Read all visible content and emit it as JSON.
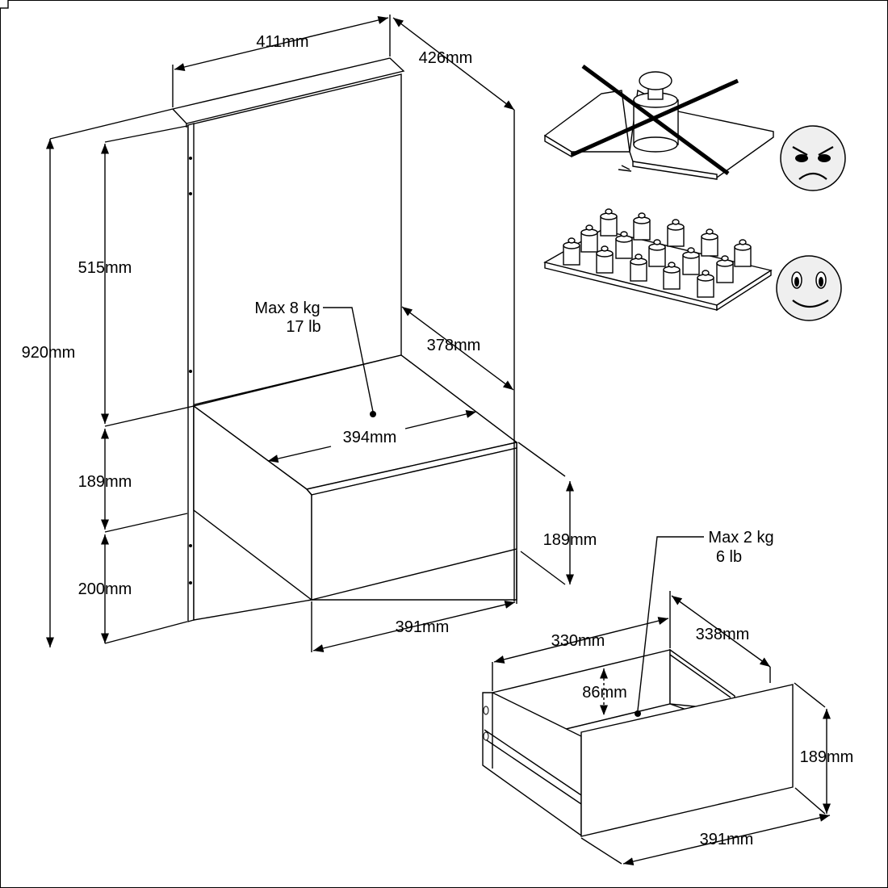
{
  "dimensions": {
    "top_width": "411mm",
    "depth_total": "426mm",
    "height_total": "920mm",
    "upper_height": "515mm",
    "mid_height": "189mm",
    "bottom_height": "200mm",
    "shelf_depth": "378mm",
    "shelf_width": "394mm",
    "front_height": "189mm",
    "front_width": "391mm"
  },
  "loads": {
    "top_line1": "Max 8 kg",
    "top_line2": "17 lb",
    "drawer_line1": "Max 2 kg",
    "drawer_line2": "6 lb"
  },
  "drawer": {
    "inner_width": "330mm",
    "depth": "338mm",
    "inner_height": "86mm",
    "front_height": "189mm",
    "front_width": "391mm"
  },
  "icons": [
    "crossed-out-concentrated-load-icon",
    "angry-face-icon",
    "distributed-load-icon",
    "happy-face-icon"
  ]
}
